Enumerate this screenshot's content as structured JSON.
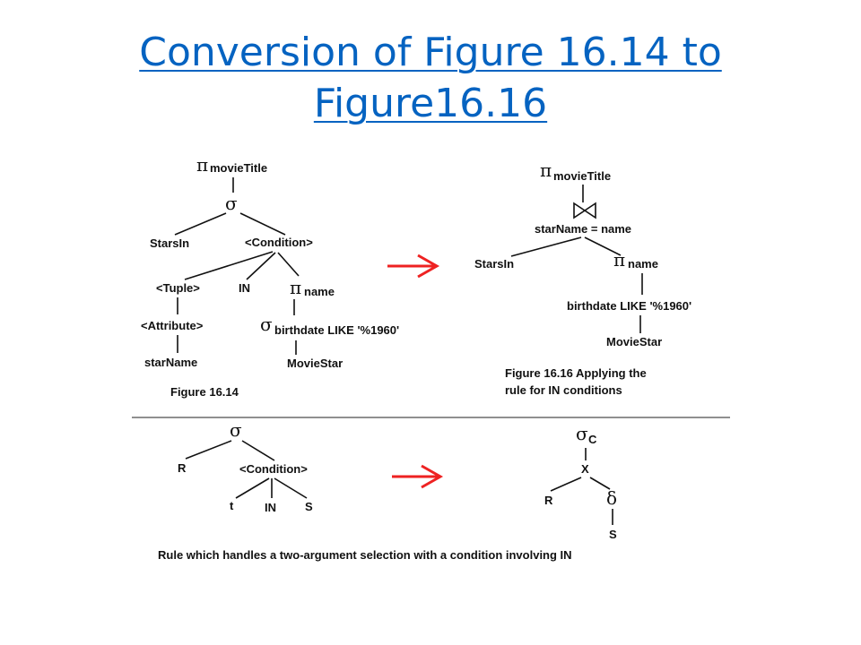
{
  "slide": {
    "title_line1": "Conversion of Figure 16.14 to",
    "title_line2": "Figure16.16"
  },
  "symbols": {
    "pi": "π",
    "sigma": "σ",
    "delta": "δ",
    "join": "⋈"
  },
  "fig14": {
    "pi_subscript": "movieTitle",
    "starsin": "StarsIn",
    "condition": "<Condition>",
    "tuple": "<Tuple>",
    "in": "IN",
    "pi2_subscript": "name",
    "attribute": "<Attribute>",
    "sigma_subscript": "birthdate LIKE '%1960'",
    "starname": "starName",
    "moviestar": "MovieStar",
    "caption": "Figure 16.14"
  },
  "fig16": {
    "pi_subscript": "movieTitle",
    "join_condition": "starName = name",
    "starsin": "StarsIn",
    "pi2_subscript": "name",
    "select_condition": "birthdate LIKE '%1960'",
    "moviestar": "MovieStar",
    "caption_line1": "Figure 16.16 Applying the",
    "caption_line2": "rule for IN conditions"
  },
  "rule_left": {
    "r": "R",
    "condition": "<Condition>",
    "t": "t",
    "in": "IN",
    "s": "S"
  },
  "rule_right": {
    "sigma_subscript": "C",
    "cross": "X",
    "r": "R",
    "s": "S"
  },
  "rule_caption": "Rule which handles a two-argument selection with a condition involving IN",
  "colors": {
    "title": "#0563c1",
    "arrow": "#ee2222",
    "text": "#111111"
  }
}
